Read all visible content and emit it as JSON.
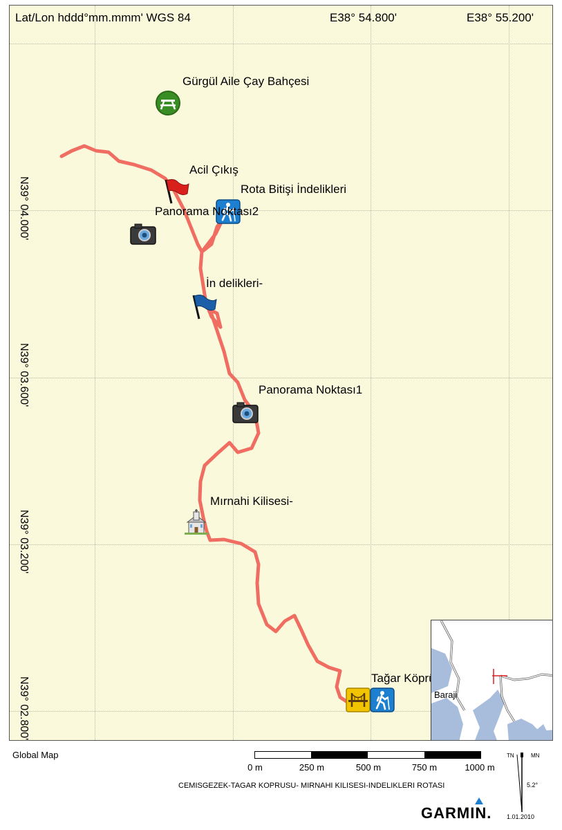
{
  "header": {
    "coord_format": "Lat/Lon hddd°mm.mmm' WGS 84",
    "lon_labels": [
      "E38° 54.800'",
      "E38° 55.200'"
    ]
  },
  "lat_labels": [
    "N39° 04.000'",
    "N39° 03.600'",
    "N39° 03.200'",
    "N39° 02.800'"
  ],
  "waypoints": {
    "picnic": "Gürgül Aile Çay Bahçesi",
    "exit": "Acil Çıkış",
    "route_end": "Rota Bitişi İndelikleri",
    "panorama2": "Panorama Noktası2",
    "in_delikleri": "İn delikleri-",
    "panorama1": "Panorama Noktası1",
    "church": "Mırnahi Kilisesi-",
    "bridge": "Tağar Köprüsü"
  },
  "inset": {
    "label": "Baraji"
  },
  "footer": {
    "source": "Global Map",
    "scale_labels": [
      "0 m",
      "250 m",
      "500 m",
      "750 m",
      "1000 m"
    ],
    "route_title": "CEMISGEZEK-TAGAR KOPRUSU- MIRNAHI KILISESI-INDELIKLERI ROTASI",
    "brand": "GARMIN.",
    "north_tn": "TN",
    "north_mn": "MN",
    "declination": "5.2°",
    "date": "1.01.2010"
  },
  "colors": {
    "track": "#f06d62",
    "map_background": "#fbf9dc",
    "water": "#a8bcdc",
    "accent_blue": "#1d7fd0",
    "flag_red": "#d8211d",
    "flag_blue": "#1b5fa8"
  }
}
